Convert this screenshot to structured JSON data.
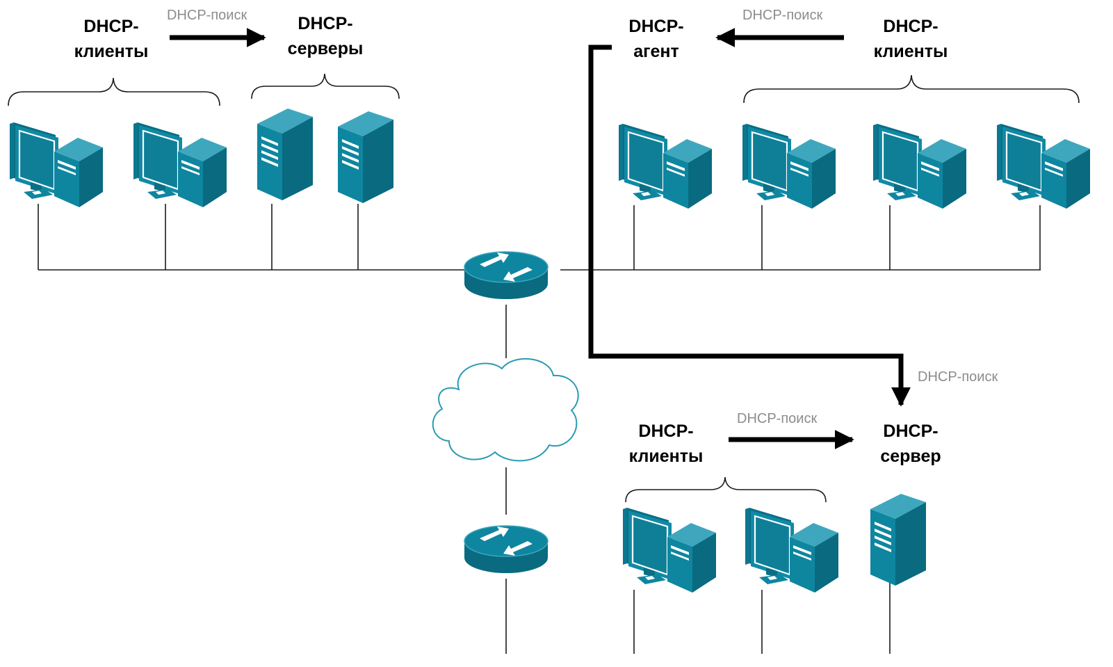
{
  "labels": {
    "top_left_clients": [
      "DHCP-",
      "клиенты"
    ],
    "top_left_servers": [
      "DHCP-",
      "серверы"
    ],
    "top_right_agent": [
      "DHCP-",
      "агент"
    ],
    "top_right_clients": [
      "DHCP-",
      "клиенты"
    ],
    "bottom_clients": [
      "DHCP-",
      "клиенты"
    ],
    "bottom_server": [
      "DHCP-",
      "сервер"
    ]
  },
  "captions": {
    "top_left_discover": "DHCP-поиск",
    "top_right_discover": "DHCP-поиск",
    "relay_discover": "DHCP-поиск",
    "bottom_discover": "DHCP-поиск"
  },
  "colors": {
    "device": "#0e86a0",
    "device_dark": "#096a80",
    "device_light": "#3fa7bd",
    "cloud_stroke": "#2a9bb3",
    "caption": "#8c8c8c"
  },
  "icons": {
    "workstation": "desktop-computer-icon",
    "server": "tower-server-icon",
    "router": "router-icon",
    "network": "cloud-icon"
  }
}
